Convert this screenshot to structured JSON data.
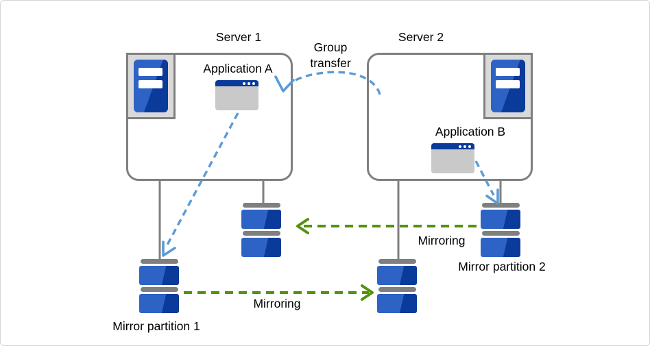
{
  "colors": {
    "canvas_border": "#d4d4d4",
    "box_border": "#7f7f7f",
    "connector_gray": "#7f7f7f",
    "icon_frame_gray": "#d9d9d9",
    "blue_light": "#2e63c6",
    "blue_dark": "#0a3a9a",
    "window_body": "#c9c9c9",
    "arrow_blue": "#5b9bd5",
    "arrow_green": "#54910e",
    "text": "#000000"
  },
  "diagram": {
    "servers": {
      "server1": {
        "label": "Server 1",
        "app": {
          "label": "Application A"
        }
      },
      "server2": {
        "label": "Server 2",
        "app": {
          "label": "Application B"
        }
      }
    },
    "storage": {
      "mirror_partition_1": {
        "label": "Mirror partition 1"
      },
      "mirror_partition_2": {
        "label": "Mirror partition 2"
      }
    },
    "arrows": {
      "group_transfer": {
        "label_line1": "Group",
        "label_line2": "transfer",
        "style": "blue-dashed-curve",
        "from": "Server 2",
        "to": "Server 1"
      },
      "mirroring_upper": {
        "label": "Mirroring",
        "style": "green-dashed",
        "from": "Mirror partition 2",
        "to": "Server 1 disk"
      },
      "mirroring_lower": {
        "label": "Mirroring",
        "style": "green-dashed",
        "from": "Mirror partition 1",
        "to": "Server 2 disk"
      },
      "app_a_to_mirror_partition_1": {
        "style": "blue-dashed"
      },
      "app_b_to_mirror_partition_2": {
        "style": "blue-dashed"
      }
    }
  }
}
